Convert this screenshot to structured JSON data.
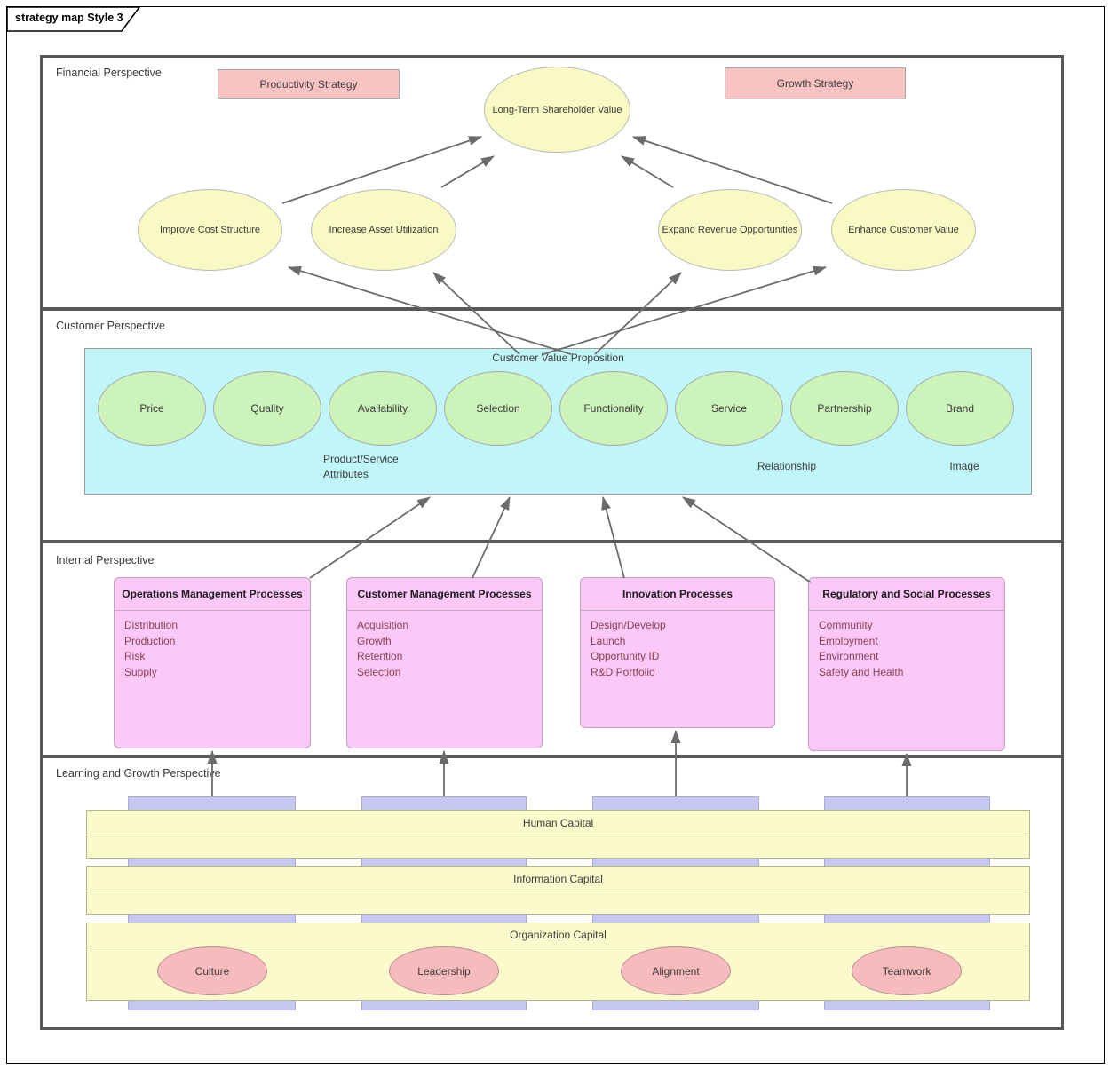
{
  "tab_title": "strategy map Style 3",
  "perspectives": {
    "financial": "Financial Perspective",
    "customer": "Customer Perspective",
    "internal": "Internal Perspective",
    "learning": "Learning and Growth Perspective"
  },
  "financial": {
    "productivity_strategy": "Productivity Strategy",
    "growth_strategy": "Growth Strategy",
    "goals": {
      "long_term": "Long-Term Shareholder Value",
      "cost": "Improve Cost Structure",
      "asset": "Increase Asset Utilization",
      "revenue": "Expand Revenue Opportunities",
      "customer_value": "Enhance Customer Value"
    }
  },
  "customer": {
    "proposition_label": "Customer Value Proposition",
    "attributes": [
      "Price",
      "Quality",
      "Availability",
      "Selection",
      "Functionality",
      "Service",
      "Partnership",
      "Brand"
    ],
    "group_labels": {
      "product_service_line1": "Product/Service",
      "product_service_line2": "Attributes",
      "relationship": "Relationship",
      "image": "Image"
    }
  },
  "internal": {
    "processes": [
      {
        "title": "Operations Management Processes",
        "items": [
          "Distribution",
          "Production",
          "Risk",
          "Supply"
        ]
      },
      {
        "title": "Customer Management Processes",
        "items": [
          "Acquisition",
          "Growth",
          "Retention",
          "Selection"
        ]
      },
      {
        "title": "Innovation Processes",
        "items": [
          "Design/Develop",
          "Launch",
          "Opportunity ID",
          "R&D Portfolio"
        ]
      },
      {
        "title": "Regulatory and Social Processes",
        "items": [
          "Community",
          "Employment",
          "Environment",
          "Safety and Health"
        ]
      }
    ]
  },
  "learning": {
    "capitals": [
      "Human Capital",
      "Information Capital",
      "Organization Capital"
    ],
    "org_values": [
      "Culture",
      "Leadership",
      "Alignment",
      "Teamwork"
    ]
  },
  "colors": {
    "band_border": "#585858",
    "goal_fill": "#f9f9c3",
    "strategy_fill": "#f9c3c1",
    "proposition_fill": "#c1f6f8",
    "attribute_fill": "#cbf3ba",
    "process_fill": "#fbc8f8",
    "process_item_text": "#8c4050",
    "capital_fill": "#fafacd",
    "column_fill": "#c7c7f3",
    "org_value_fill": "#f7babd",
    "arrow": "#6b6b6b"
  }
}
